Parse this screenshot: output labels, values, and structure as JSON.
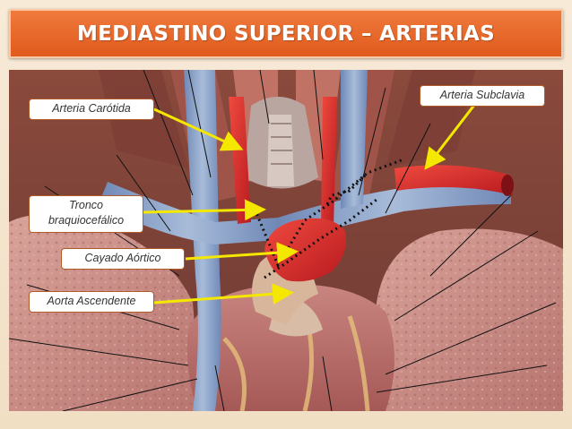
{
  "title": "MEDIASTINO SUPERIOR – ARTERIAS",
  "labels": {
    "carotid": "Arteria Carótida",
    "subclavian": "Arteria Subclavia",
    "brachio_line1": "Tronco",
    "brachio_line2": "braquiocefálico",
    "arch": "Cayado Aórtico",
    "ascending": "Aorta Ascendente"
  },
  "colors": {
    "title_bg": "#e8692a",
    "arrow": "#f5e800",
    "artery_red": "#d8242a",
    "vein_blue": "#7c97c4",
    "lung_pink": "#c98a86",
    "heart": "#b86b6a"
  }
}
